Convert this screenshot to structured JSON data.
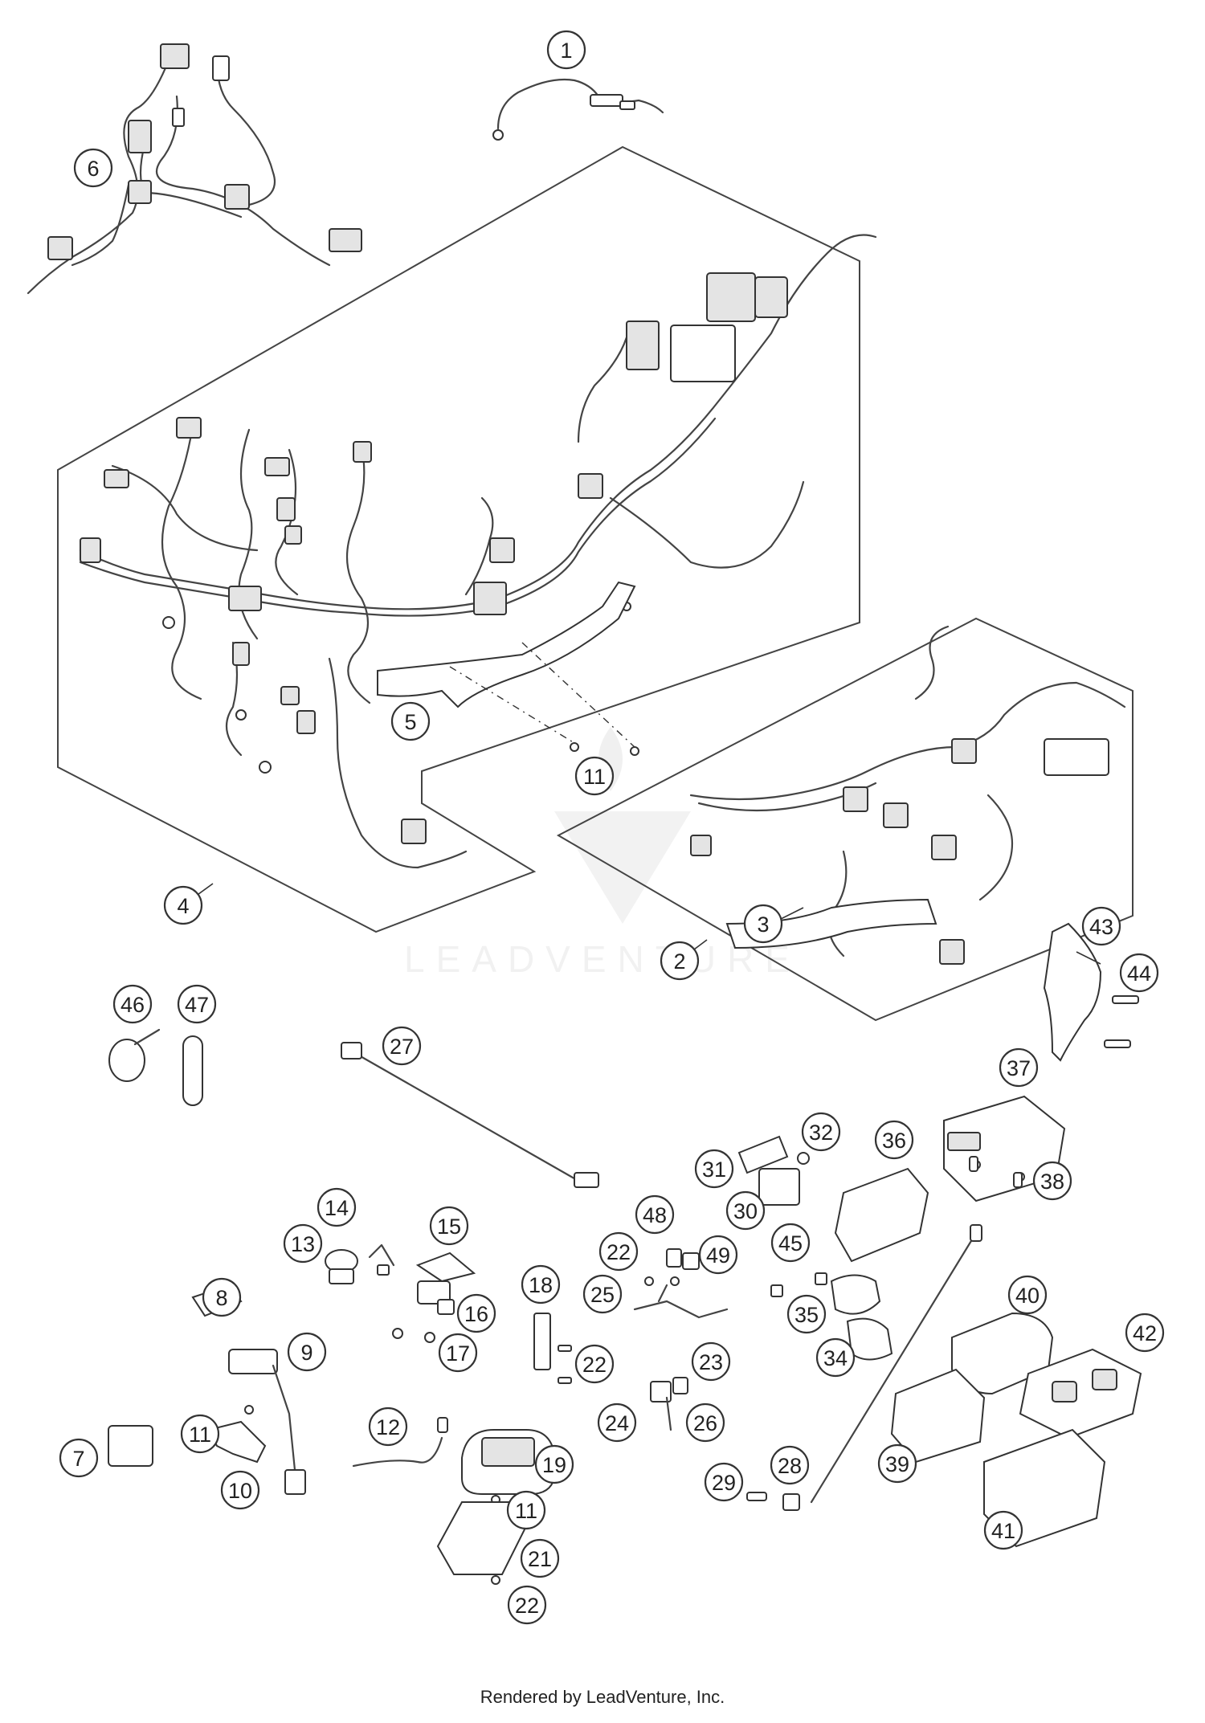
{
  "footer": {
    "text": "Rendered by LeadVenture, Inc."
  },
  "watermark": {
    "text": "LEADVENTURE"
  },
  "callouts": [
    {
      "id": "c1",
      "label": "1"
    },
    {
      "id": "c2",
      "label": "2"
    },
    {
      "id": "c3",
      "label": "3"
    },
    {
      "id": "c4",
      "label": "4"
    },
    {
      "id": "c5",
      "label": "5"
    },
    {
      "id": "c6",
      "label": "6"
    },
    {
      "id": "c7",
      "label": "7"
    },
    {
      "id": "c8",
      "label": "8"
    },
    {
      "id": "c9",
      "label": "9"
    },
    {
      "id": "c10",
      "label": "10"
    },
    {
      "id": "c11a",
      "label": "11"
    },
    {
      "id": "c11b",
      "label": "11"
    },
    {
      "id": "c11c",
      "label": "11"
    },
    {
      "id": "c12",
      "label": "12"
    },
    {
      "id": "c13",
      "label": "13"
    },
    {
      "id": "c14",
      "label": "14"
    },
    {
      "id": "c15",
      "label": "15"
    },
    {
      "id": "c16",
      "label": "16"
    },
    {
      "id": "c17",
      "label": "17"
    },
    {
      "id": "c18",
      "label": "18"
    },
    {
      "id": "c19",
      "label": "19"
    },
    {
      "id": "c21",
      "label": "21"
    },
    {
      "id": "c22a",
      "label": "22"
    },
    {
      "id": "c22b",
      "label": "22"
    },
    {
      "id": "c22c",
      "label": "22"
    },
    {
      "id": "c23",
      "label": "23"
    },
    {
      "id": "c24",
      "label": "24"
    },
    {
      "id": "c25",
      "label": "25"
    },
    {
      "id": "c26",
      "label": "26"
    },
    {
      "id": "c27",
      "label": "27"
    },
    {
      "id": "c28",
      "label": "28"
    },
    {
      "id": "c29",
      "label": "29"
    },
    {
      "id": "c30",
      "label": "30"
    },
    {
      "id": "c31",
      "label": "31"
    },
    {
      "id": "c32",
      "label": "32"
    },
    {
      "id": "c34",
      "label": "34"
    },
    {
      "id": "c35",
      "label": "35"
    },
    {
      "id": "c36",
      "label": "36"
    },
    {
      "id": "c37",
      "label": "37"
    },
    {
      "id": "c38",
      "label": "38"
    },
    {
      "id": "c39",
      "label": "39"
    },
    {
      "id": "c40",
      "label": "40"
    },
    {
      "id": "c41",
      "label": "41"
    },
    {
      "id": "c42",
      "label": "42"
    },
    {
      "id": "c43",
      "label": "43"
    },
    {
      "id": "c44",
      "label": "44"
    },
    {
      "id": "c45",
      "label": "45"
    },
    {
      "id": "c46",
      "label": "46"
    },
    {
      "id": "c47",
      "label": "47"
    },
    {
      "id": "c48",
      "label": "48"
    },
    {
      "id": "c49",
      "label": "49"
    }
  ]
}
